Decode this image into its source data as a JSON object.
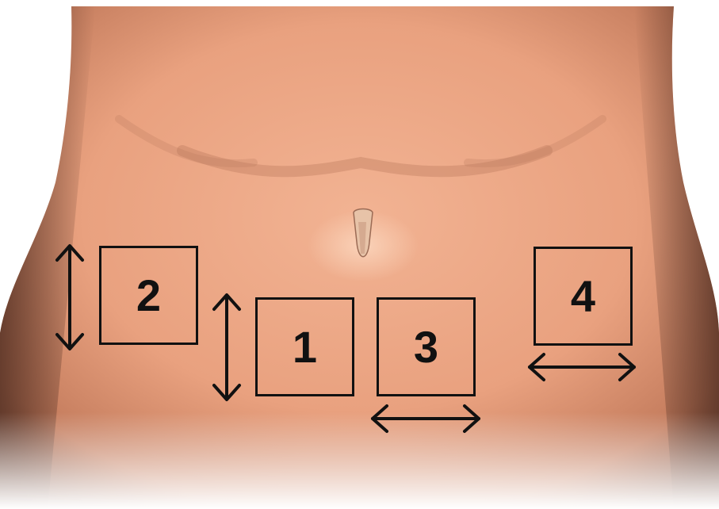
{
  "figure": {
    "zones": [
      {
        "id": "1",
        "label": "1",
        "arrow": "vertical"
      },
      {
        "id": "2",
        "label": "2",
        "arrow": "vertical"
      },
      {
        "id": "3",
        "label": "3",
        "arrow": "horizontal"
      },
      {
        "id": "4",
        "label": "4",
        "arrow": "horizontal"
      }
    ],
    "colors": {
      "skin_light": "#f0ad8c",
      "skin_mid": "#d98e6c",
      "skin_shadow": "#7a4a38",
      "outline": "#111111",
      "background": "#ffffff"
    }
  }
}
